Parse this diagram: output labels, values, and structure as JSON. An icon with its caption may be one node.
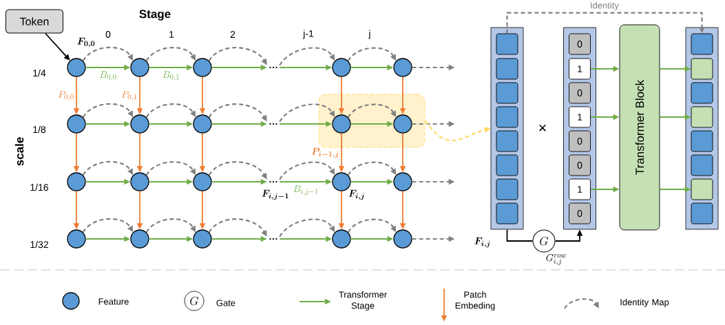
{
  "diagram": {
    "nodes": [
      {
        "text": [
          "Token"
        ]
      },
      {
        "text": [],
        "shape": "circle",
        "beside": [
          "F_{0,0}"
        ]
      },
      {
        "text": [],
        "shape": "circle"
      },
      {
        "text": [],
        "shape": "circle"
      },
      {
        "text": [
          "…"
        ]
      },
      {
        "text": [],
        "shape": "circle"
      },
      {
        "text": [],
        "shape": "circle"
      },
      {
        "text": [],
        "shape": "circle"
      },
      {
        "text": [],
        "shape": "circle"
      },
      {
        "text": [],
        "shape": "circle"
      },
      {
        "text": [
          "…"
        ]
      },
      {
        "text": [],
        "shape": "box"
      },
      {
        "text": [],
        "shape": "circle",
        "in": 11
      },
      {
        "text": [],
        "shape": "circle",
        "in": 11
      },
      {
        "text": [],
        "shape": "circle"
      },
      {
        "text": [],
        "shape": "circle"
      },
      {
        "text": [],
        "shape": "circle"
      },
      {
        "text": [
          "…"
        ],
        "beside": [
          "F_{i,j-1}"
        ]
      },
      {
        "text": [],
        "shape": "circle",
        "beside": [
          "F_{i,j}"
        ]
      },
      {
        "text": [],
        "shape": "circle"
      },
      {
        "text": [],
        "shape": "circle"
      },
      {
        "text": [],
        "shape": "circle"
      },
      {
        "text": [],
        "shape": "circle"
      },
      {
        "text": [
          "…"
        ]
      },
      {
        "text": [],
        "shape": "circle"
      },
      {
        "text": [],
        "shape": "circle"
      },
      {
        "text": [],
        "shape": "box",
        "beside": [
          "F_{i,j}"
        ]
      },
      {
        "text": [],
        "shape": "box",
        "in": 26
      },
      {
        "text": [],
        "shape": "box",
        "in": 26
      },
      {
        "text": [],
        "shape": "box",
        "in": 26
      },
      {
        "text": [],
        "shape": "box",
        "in": 26
      },
      {
        "text": [],
        "shape": "box",
        "in": 26
      },
      {
        "text": [],
        "shape": "box",
        "in": 26
      },
      {
        "text": [],
        "shape": "box",
        "in": 26
      },
      {
        "text": [],
        "shape": "box",
        "in": 26
      },
      {
        "text": [
          "G"
        ],
        "beside": [
          "G_{i,j}^{row}"
        ]
      },
      {
        "text": [],
        "shape": "box"
      },
      {
        "text": [
          "0"
        ],
        "in": 36
      },
      {
        "text": [
          "1"
        ],
        "in": 36
      },
      {
        "text": [
          "0"
        ],
        "in": 36
      },
      {
        "text": [
          "1"
        ],
        "in": 36
      },
      {
        "text": [
          "0"
        ],
        "in": 36
      },
      {
        "text": [
          "0"
        ],
        "in": 36
      },
      {
        "text": [
          "1"
        ],
        "in": 36
      },
      {
        "text": [
          "0"
        ],
        "in": 36
      },
      {
        "text": [
          "Transformer Block"
        ]
      },
      {
        "text": [],
        "shape": "box"
      },
      {
        "text": [],
        "shape": "box",
        "in": 46
      },
      {
        "text": [],
        "shape": "box",
        "in": 46
      },
      {
        "text": [],
        "shape": "box",
        "in": 46
      },
      {
        "text": [],
        "shape": "box",
        "in": 46
      },
      {
        "text": [],
        "shape": "box",
        "in": 46
      },
      {
        "text": [],
        "shape": "box",
        "in": 46
      },
      {
        "text": [],
        "shape": "box",
        "in": 46
      },
      {
        "text": [],
        "shape": "box",
        "in": 46
      }
    ],
    "edges": [
      {
        "from": 0,
        "to": 1,
        "arrow": "to",
        "color": "#000000"
      },
      {
        "from": 1,
        "to": 2,
        "arrow": "to",
        "color": "#70ad47",
        "label": "B_{0,0}"
      },
      {
        "from": 2,
        "to": 3,
        "arrow": "to",
        "color": "#70ad47",
        "label": "B_{0,1}"
      },
      {
        "from": 3,
        "to": 4,
        "arrow": "to",
        "color": "#70ad47"
      },
      {
        "from": 4,
        "to": 5,
        "arrow": "to",
        "color": "#70ad47"
      },
      {
        "from": 5,
        "to": 6,
        "arrow": "to",
        "color": "#70ad47"
      },
      {
        "from": 1,
        "to": 2,
        "arrow": "to",
        "style": "dashed",
        "color": "#808080"
      },
      {
        "from": 2,
        "to": 3,
        "arrow": "to",
        "style": "dashed",
        "color": "#808080"
      },
      {
        "from": 3,
        "to": 4,
        "arrow": "to",
        "style": "dashed",
        "color": "#808080"
      },
      {
        "from": 4,
        "to": 5,
        "arrow": "to",
        "style": "dashed",
        "color": "#808080"
      },
      {
        "from": 5,
        "to": 6,
        "arrow": "to",
        "style": "dashed",
        "color": "#808080"
      },
      {
        "from": 6,
        "to": null,
        "arrow": "to",
        "style": "dashed",
        "color": "#808080"
      },
      {
        "from": 7,
        "to": 8,
        "arrow": "to",
        "color": "#70ad47"
      },
      {
        "from": 8,
        "to": 9,
        "arrow": "to",
        "color": "#70ad47"
      },
      {
        "from": 9,
        "to": 10,
        "arrow": "to",
        "color": "#70ad47"
      },
      {
        "from": 10,
        "to": 12,
        "arrow": "to",
        "color": "#70ad47"
      },
      {
        "from": 12,
        "to": 13,
        "arrow": "to",
        "color": "#70ad47"
      },
      {
        "from": 7,
        "to": 8,
        "arrow": "to",
        "style": "dashed",
        "color": "#808080"
      },
      {
        "from": 8,
        "to": 9,
        "arrow": "to",
        "style": "dashed",
        "color": "#808080"
      },
      {
        "from": 9,
        "to": 10,
        "arrow": "to",
        "style": "dashed",
        "color": "#808080"
      },
      {
        "from": 10,
        "to": 12,
        "arrow": "to",
        "style": "dashed",
        "color": "#808080"
      },
      {
        "from": 12,
        "to": 13,
        "arrow": "to",
        "style": "dashed",
        "color": "#808080"
      },
      {
        "from": 13,
        "to": null,
        "arrow": "to",
        "style": "dashed",
        "color": "#808080"
      },
      {
        "from": 14,
        "to": 15,
        "arrow": "to",
        "color": "#70ad47"
      },
      {
        "from": 15,
        "to": 16,
        "arrow": "to",
        "color": "#70ad47"
      },
      {
        "from": 16,
        "to": 17,
        "arrow": "to",
        "color": "#70ad47"
      },
      {
        "from": 17,
        "to": 18,
        "arrow": "to",
        "color": "#70ad47",
        "label": "B_{i,j-1}"
      },
      {
        "from": 18,
        "to": 19,
        "arrow": "to",
        "color": "#70ad47"
      },
      {
        "from": 14,
        "to": 15,
        "arrow": "to",
        "style": "dashed",
        "color": "#808080"
      },
      {
        "from": 15,
        "to": 16,
        "arrow": "to",
        "style": "dashed",
        "color": "#808080"
      },
      {
        "from": 16,
        "to": 17,
        "arrow": "to",
        "style": "dashed",
        "color": "#808080"
      },
      {
        "from": 17,
        "to": 18,
        "arrow": "to",
        "style": "dashed",
        "color": "#808080"
      },
      {
        "from": 18,
        "to": 19,
        "arrow": "to",
        "style": "dashed",
        "color": "#808080"
      },
      {
        "from": 19,
        "to": null,
        "arrow": "to",
        "style": "dashed",
        "color": "#808080"
      },
      {
        "from": 20,
        "to": 21,
        "arrow": "to",
        "color": "#70ad47"
      },
      {
        "from": 21,
        "to": 22,
        "arrow": "to",
        "color": "#70ad47"
      },
      {
        "from": 22,
        "to": 23,
        "arrow": "to",
        "color": "#70ad47"
      },
      {
        "from": 23,
        "to": 24,
        "arrow": "to",
        "color": "#70ad47"
      },
      {
        "from": 24,
        "to": 25,
        "arrow": "to",
        "color": "#70ad47"
      },
      {
        "from": 20,
        "to": 21,
        "arrow": "to",
        "style": "dashed",
        "color": "#808080"
      },
      {
        "from": 21,
        "to": 22,
        "arrow": "to",
        "style": "dashed",
        "color": "#808080"
      },
      {
        "from": 22,
        "to": 23,
        "arrow": "to",
        "style": "dashed",
        "color": "#808080"
      },
      {
        "from": 23,
        "to": 24,
        "arrow": "to",
        "style": "dashed",
        "color": "#808080"
      },
      {
        "from": 24,
        "to": 25,
        "arrow": "to",
        "style": "dashed",
        "color": "#808080"
      },
      {
        "from": 25,
        "to": null,
        "arrow": "to",
        "style": "dashed",
        "color": "#808080"
      },
      {
        "from": 1,
        "to": 7,
        "arrow": "to",
        "color": "#ed7d31",
        "label": "P_{0,0}"
      },
      {
        "from": 7,
        "to": 14,
        "arrow": "to",
        "color": "#ed7d31"
      },
      {
        "from": 14,
        "to": 20,
        "arrow": "to",
        "color": "#ed7d31"
      },
      {
        "from": 2,
        "to": 8,
        "arrow": "to",
        "color": "#ed7d31",
        "label": "P_{0,1}"
      },
      {
        "from": 8,
        "to": 15,
        "arrow": "to",
        "color": "#ed7d31"
      },
      {
        "from": 15,
        "to": 21,
        "arrow": "to",
        "color": "#ed7d31"
      },
      {
        "from": 3,
        "to": 9,
        "arrow": "to",
        "color": "#ed7d31"
      },
      {
        "from": 9,
        "to": 16,
        "arrow": "to",
        "color": "#ed7d31"
      },
      {
        "from": 16,
        "to": 22,
        "arrow": "to",
        "color": "#ed7d31"
      },
      {
        "from": 5,
        "to": 12,
        "arrow": "to",
        "color": "#ed7d31"
      },
      {
        "from": 12,
        "to": 18,
        "arrow": "to",
        "color": "#ed7d31",
        "label": "P_{i-1,j}"
      },
      {
        "from": 18,
        "to": 24,
        "arrow": "to",
        "color": "#ed7d31"
      },
      {
        "from": 6,
        "to": 13,
        "arrow": "to",
        "color": "#ed7d31"
      },
      {
        "from": 13,
        "to": 19,
        "arrow": "to",
        "color": "#ed7d31"
      },
      {
        "from": 19,
        "to": 25,
        "arrow": "to",
        "color": "#ed7d31"
      },
      {
        "from": 11,
        "to": 26,
        "arrow": "to",
        "style": "dashed",
        "color": "#ffd966"
      },
      {
        "from": 26,
        "to": 35,
        "arrow": "none",
        "color": "#000000"
      },
      {
        "from": 35,
        "to": 36,
        "arrow": "to",
        "color": "#000000"
      },
      {
        "from": 27,
        "to": 47,
        "arrow": "to",
        "style": "dashed",
        "color": "#808080",
        "label": "Identity"
      },
      {
        "from": 38,
        "to": 45,
        "arrow": "to",
        "color": "#70ad47"
      },
      {
        "from": 40,
        "to": 45,
        "arrow": "to",
        "color": "#70ad47"
      },
      {
        "from": 43,
        "to": 45,
        "arrow": "to",
        "color": "#70ad47"
      },
      {
        "from": 45,
        "to": 48,
        "arrow": "to",
        "color": "#70ad47"
      },
      {
        "from": 45,
        "to": 50,
        "arrow": "to",
        "color": "#70ad47"
      },
      {
        "from": 45,
        "to": 53,
        "arrow": "to",
        "color": "#70ad47"
      }
    ],
    "labels": [
      "Stage",
      "0",
      "1",
      "2",
      "j-1",
      "j",
      "scale",
      "1/4",
      "1/8",
      "1/16",
      "1/32",
      "×",
      "G"
    ],
    "legend": [
      {
        "text": "Feature"
      },
      {
        "text": "Gate"
      },
      {
        "text": "Transformer Stage"
      },
      {
        "text": "Patch Embeding"
      },
      {
        "text": "Identity Map"
      }
    ]
  }
}
